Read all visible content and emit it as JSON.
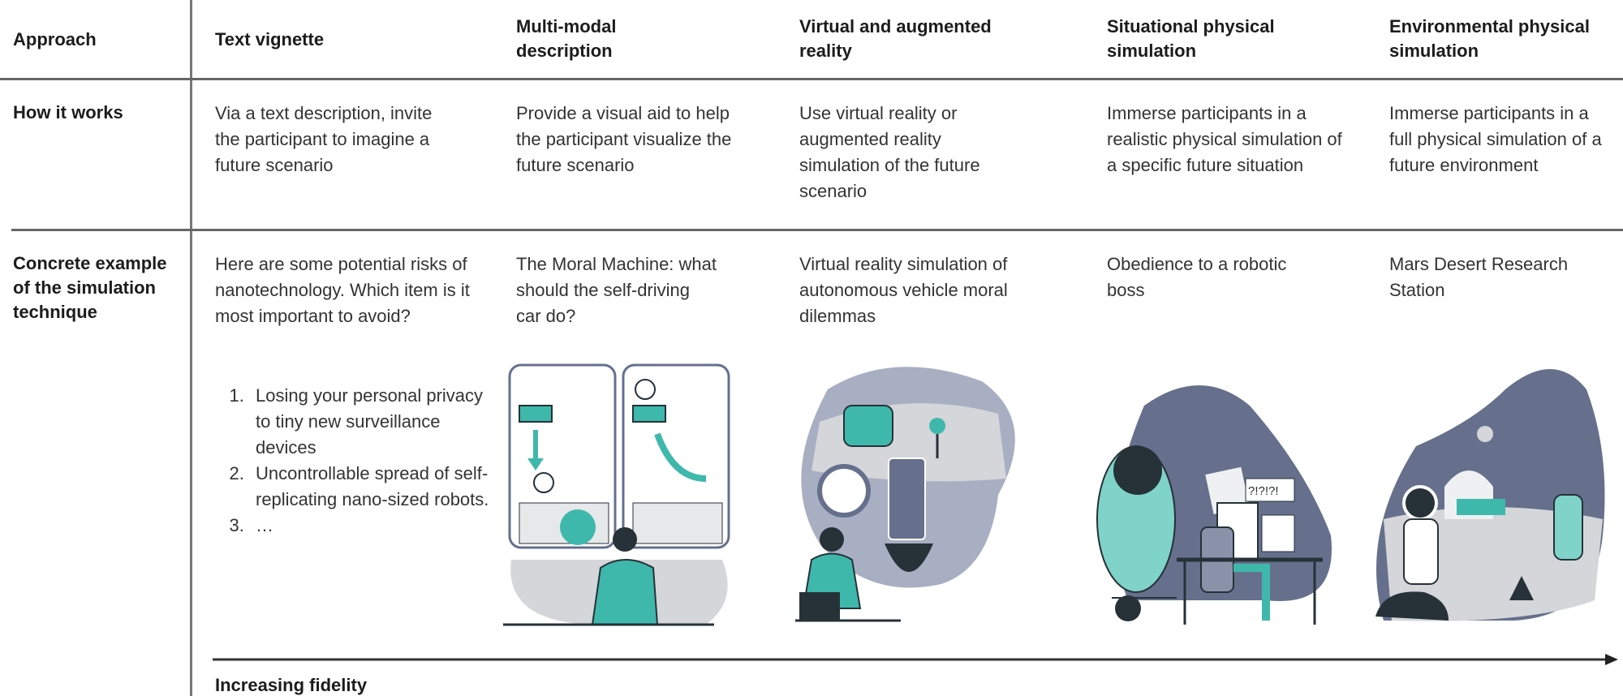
{
  "headers": {
    "row_label": "Approach",
    "columns": [
      "Text vignette",
      "Multi-modal description",
      "Virtual and augmented reality",
      "Situational physical simulation",
      "Environmental physical simulation"
    ]
  },
  "how_it_works": {
    "label": "How it works",
    "values": [
      "Via a text description, invite the participant to imagine a future scenario",
      "Provide a visual aid to help the participant visualize the future scenario",
      "Use virtual reality or augmented reality simulation of the future scenario",
      "Immerse participants in a realistic physical simulation of a specific future situation",
      "Immerse participants in a full physical simulation of a future environment"
    ]
  },
  "example": {
    "label": "Concrete example of the simulation technique",
    "values": [
      "Here are some potential risks of nanotechnology. Which item is it most important to avoid?",
      "The Moral Machine: what should the self-driving car do?",
      "Virtual reality simulation of autonomous vehicle moral dilemmas",
      "Obedience to a robotic boss",
      "Mars Desert Research Station"
    ],
    "list": [
      "Losing your personal privacy to tiny new surveillance devices",
      "Uncontrollable spread of self-replicating nano-sized robots.",
      "…"
    ],
    "speech_bubble": "?!?!?!"
  },
  "axis": {
    "label": "Increasing fidelity"
  },
  "colors": {
    "teal": "#3fb8ac",
    "slate": "#66708c",
    "light": "#d4d6da",
    "dark": "#263238"
  }
}
